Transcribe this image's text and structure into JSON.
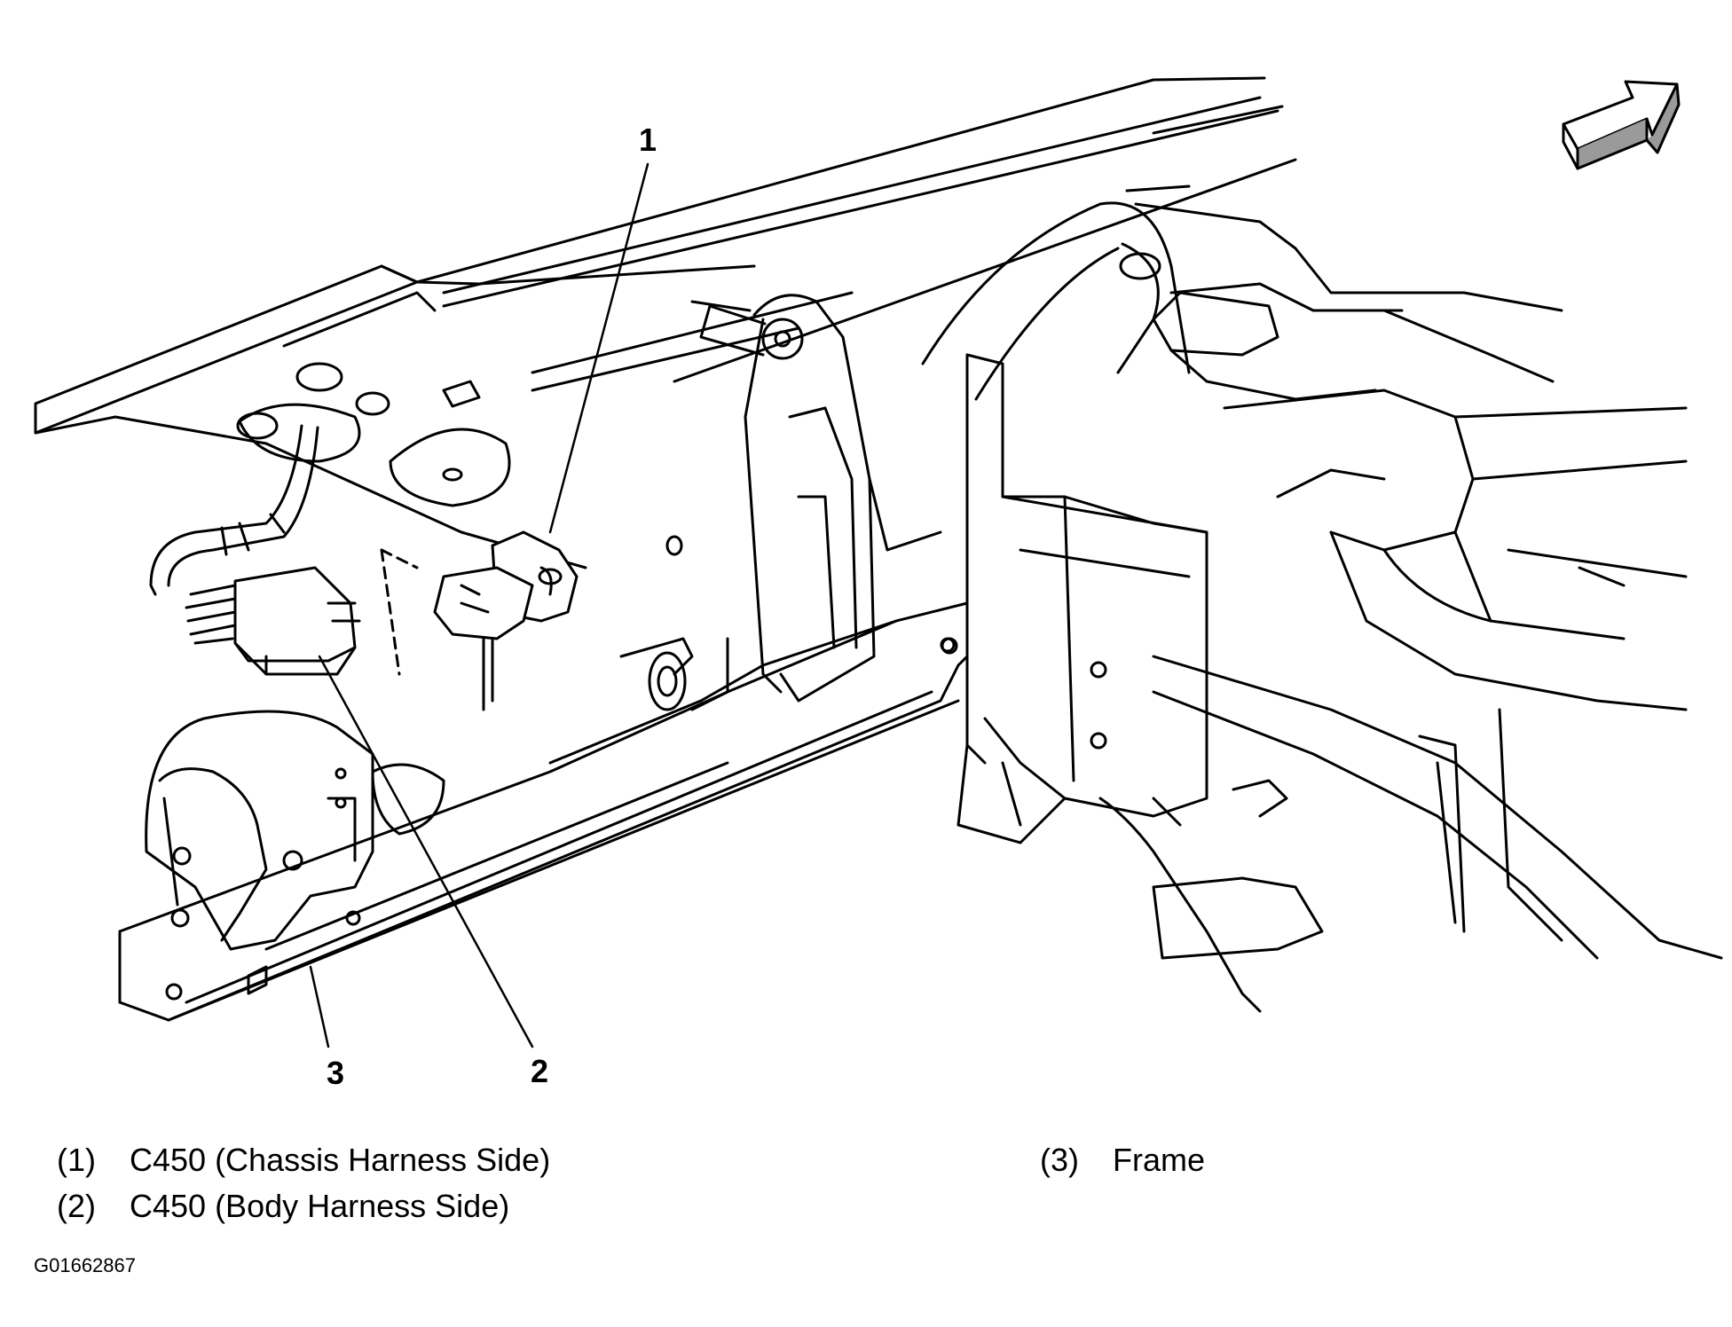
{
  "callouts": [
    {
      "num": "1"
    },
    {
      "num": "2"
    },
    {
      "num": "3"
    }
  ],
  "legend": [
    {
      "num": "(1)",
      "text": "C450 (Chassis Harness Side)"
    },
    {
      "num": "(2)",
      "text": "C450 (Body Harness Side)"
    },
    {
      "num": "(3)",
      "text": "Frame"
    }
  ],
  "figure_id": "G01662867",
  "colors": {
    "line": "#000000",
    "background": "#ffffff",
    "arrow_shade": "#9a9a9a"
  }
}
